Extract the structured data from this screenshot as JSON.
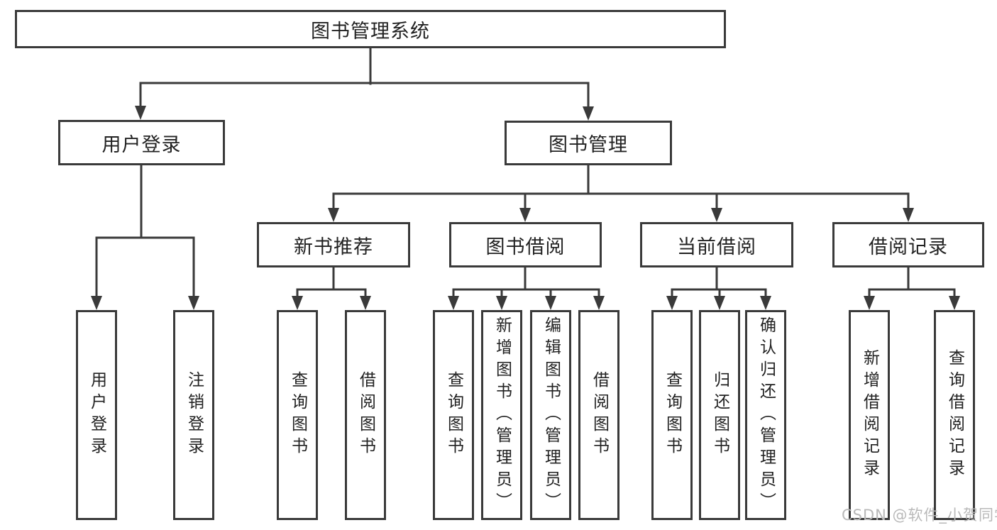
{
  "diagram": {
    "root": {
      "label": "图书管理系统"
    },
    "level2": [
      {
        "label": "用户登录"
      },
      {
        "label": "图书管理"
      }
    ],
    "level3": [
      {
        "label": "新书推荐",
        "parent": "图书管理"
      },
      {
        "label": "图书借阅",
        "parent": "图书管理"
      },
      {
        "label": "当前借阅",
        "parent": "图书管理"
      },
      {
        "label": "借阅记录",
        "parent": "图书管理"
      }
    ],
    "leaves": [
      {
        "label": "用户登录",
        "parent": "用户登录"
      },
      {
        "label": "注销登录",
        "parent": "用户登录"
      },
      {
        "label": "查询图书",
        "parent": "新书推荐"
      },
      {
        "label": "借阅图书",
        "parent": "新书推荐"
      },
      {
        "label": "查询图书",
        "parent": "图书借阅"
      },
      {
        "label": "新增图书（管理员）",
        "parent": "图书借阅"
      },
      {
        "label": "编辑图书（管理员）",
        "parent": "图书借阅"
      },
      {
        "label": "借阅图书",
        "parent": "图书借阅"
      },
      {
        "label": "查询图书",
        "parent": "当前借阅"
      },
      {
        "label": "归还图书",
        "parent": "当前借阅"
      },
      {
        "label": "确认归还（管理员）",
        "parent": "当前借阅"
      },
      {
        "label": "新增借阅记录",
        "parent": "借阅记录"
      },
      {
        "label": "查询借阅记录",
        "parent": "借阅记录"
      }
    ]
  },
  "watermark": {
    "text": "CSDN @软件_小贺同学"
  },
  "colors": {
    "line": "#3a3a3a",
    "text": "#222222",
    "background": "#ffffff",
    "watermark": "#b9b9b9"
  }
}
